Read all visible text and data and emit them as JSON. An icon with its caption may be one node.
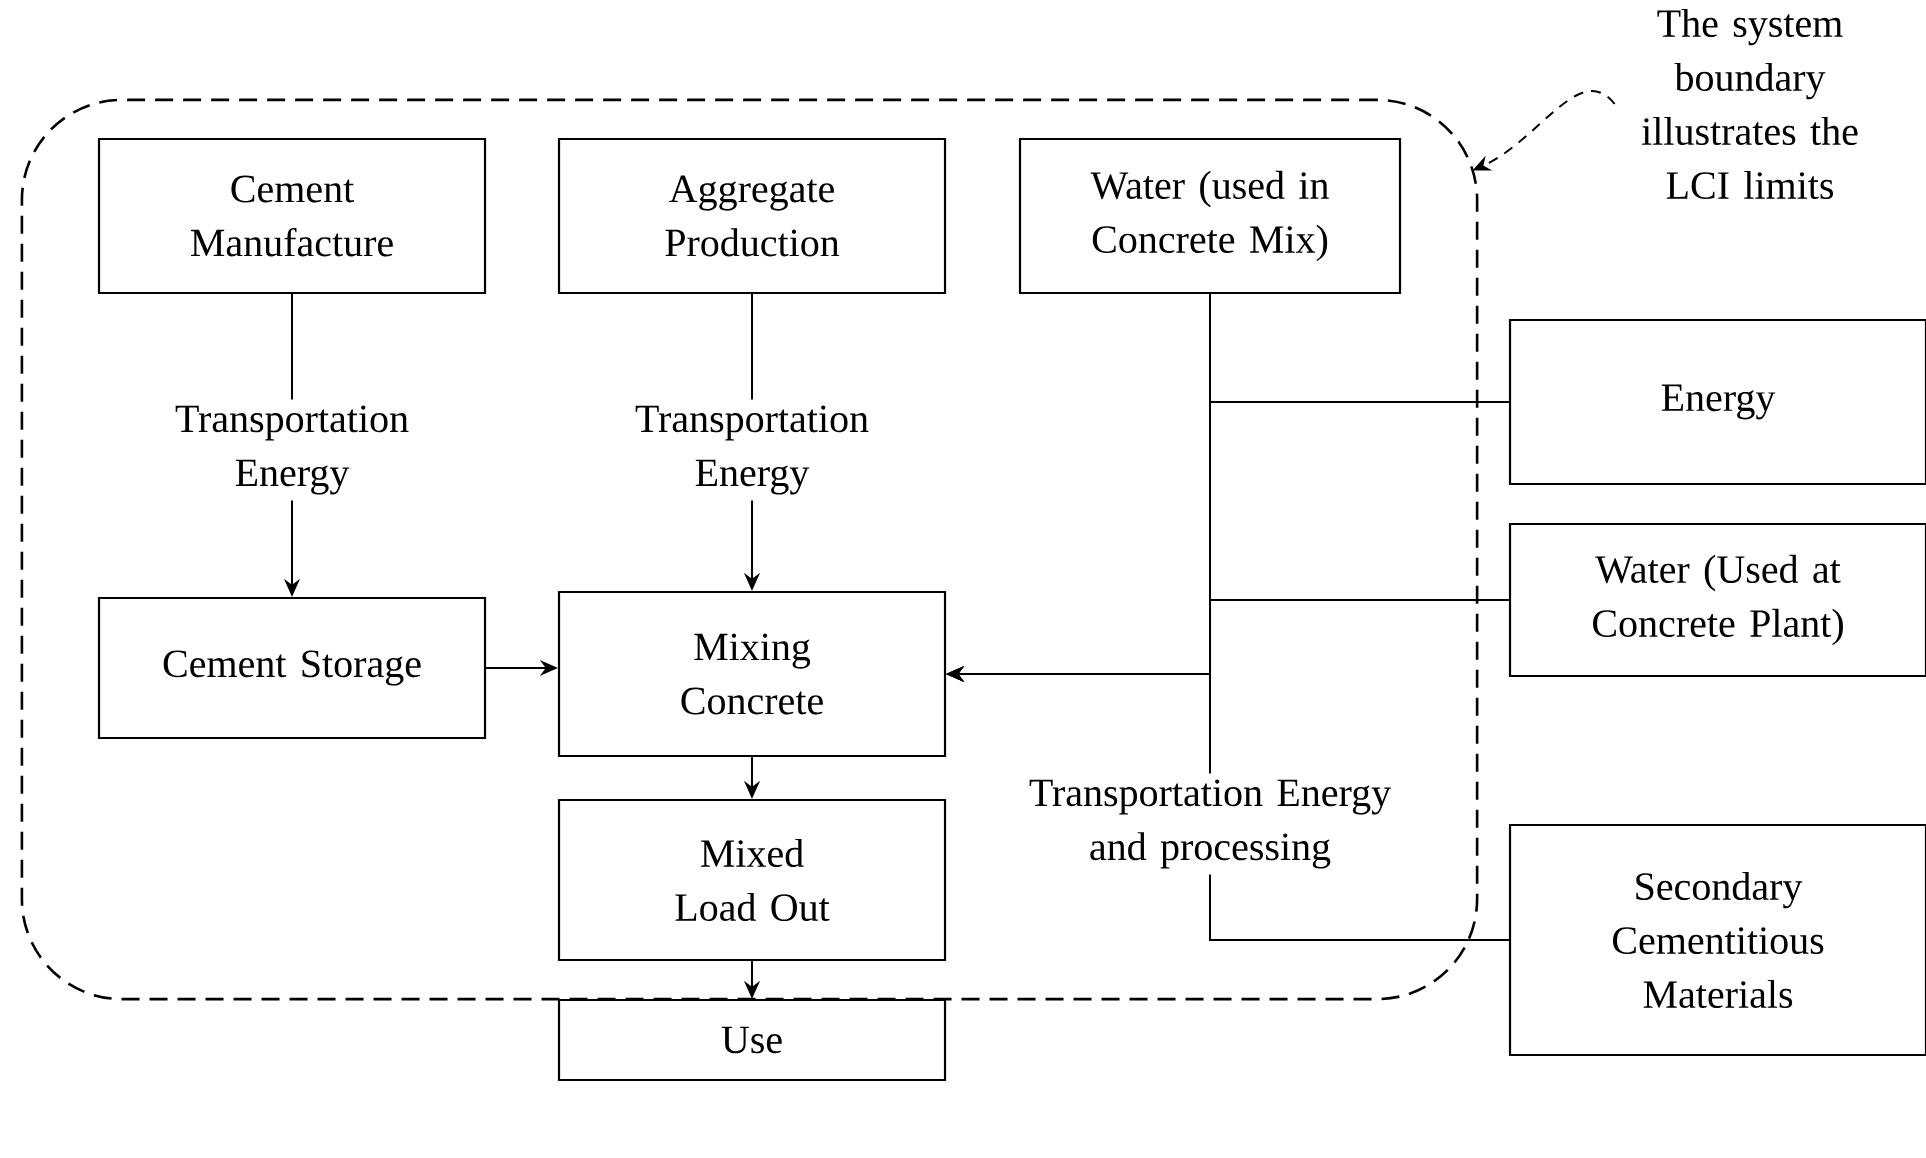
{
  "diagram": {
    "nodes": [
      {
        "text": [],
        "shape": "box"
      },
      {
        "text": [
          "Cement Manufacture"
        ],
        "in": 0
      },
      {
        "text": [
          "Aggregate Production"
        ],
        "in": 0
      },
      {
        "text": [
          "Water (used in Concrete Mix)"
        ],
        "in": 0
      },
      {
        "text": [
          "Cement Storage"
        ],
        "in": 0
      },
      {
        "text": [
          "Mixing Concrete"
        ],
        "in": 0
      },
      {
        "text": [
          "Mixed Load Out"
        ],
        "in": 0
      },
      {
        "text": [
          "Energy"
        ]
      },
      {
        "text": [
          "Water (Used at Concrete Plant)"
        ]
      },
      {
        "text": [
          "Secondary Cementitious Materials"
        ]
      },
      {
        "text": [
          "Use"
        ]
      },
      {
        "text": [
          "The system boundary illustrates the LCI limits"
        ]
      }
    ],
    "edges": [
      {
        "from": 1,
        "to": 4,
        "arrow": "to",
        "label": "Transportation Energy"
      },
      {
        "from": 2,
        "to": 5,
        "arrow": "to",
        "label": "Transportation Energy"
      },
      {
        "from": 4,
        "to": 5,
        "arrow": "to"
      },
      {
        "from": 3,
        "to": 5,
        "arrow": "to"
      },
      {
        "from": 7,
        "to": 5,
        "arrow": "to"
      },
      {
        "from": 8,
        "to": 5,
        "arrow": "to"
      },
      {
        "from": 9,
        "to": 5,
        "arrow": "to",
        "label": "Transportation Energy and processing"
      },
      {
        "from": 5,
        "to": 6,
        "arrow": "to"
      },
      {
        "from": 6,
        "to": 10,
        "arrow": "to"
      },
      {
        "from": 11,
        "to": 0,
        "arrow": "to",
        "style": "dashed"
      }
    ]
  }
}
